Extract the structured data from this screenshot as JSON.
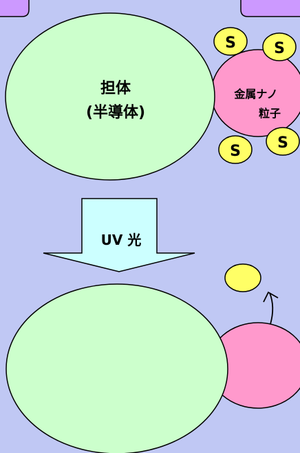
{
  "colors": {
    "background": "#c0c8f4",
    "support_fill": "#ccffcc",
    "nanoparticle_fill": "#ff99cc",
    "ligand_fill": "#ffff66",
    "arrow_fill": "#ccffff",
    "tube_fill": "#cc99ff",
    "outline": "#000000"
  },
  "top_panel": {
    "support_label_line1": "担体",
    "support_label_line2": "(半導体)",
    "nanoparticle_label_line1": "金属ナノ",
    "nanoparticle_label_line2": "粒子",
    "ligand_labels": [
      "S",
      "S",
      "S",
      "S"
    ]
  },
  "process_arrow": {
    "label": "UV 光"
  },
  "bottom_panel": {
    "released_arrow_icon": "curved-up-arrow-icon"
  }
}
